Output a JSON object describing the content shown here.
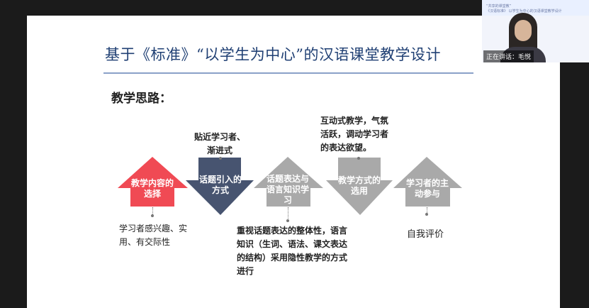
{
  "slide": {
    "title": "基于《标准》“以学生为中心”的汉语课堂教学设计",
    "subtitle": "教学思路："
  },
  "steps": [
    {
      "label": "教学内容的选择",
      "color": "#f04a54"
    },
    {
      "label": "话题引入的方式",
      "color": "#475470"
    },
    {
      "label": "话题表达与语言知识学习",
      "color": "#a9a9a9"
    },
    {
      "label": "教学方式的选用",
      "color": "#a9a9a9"
    },
    {
      "label": "学习者的主动参与",
      "color": "#a9a9a9"
    }
  ],
  "notes": {
    "step1": "学习者感兴趣、实用、有交际性",
    "step2": "贴近学习者、渐进式",
    "step3": "重视话题表达的整体性，语言知识（生词、语法、课文表达的结构）采用隐性教学的方式进行",
    "step4": "互动式教学，气氛活跃，调动学习者的表达欲望。",
    "step5": "自我评价"
  },
  "webcam": {
    "speaker_label": "正在讲话：毛悦",
    "screen_text_1": "“共享的课堂教”",
    "screen_text_2": "《汉语标准》 以学生为中心的汉语课堂教学设计"
  }
}
